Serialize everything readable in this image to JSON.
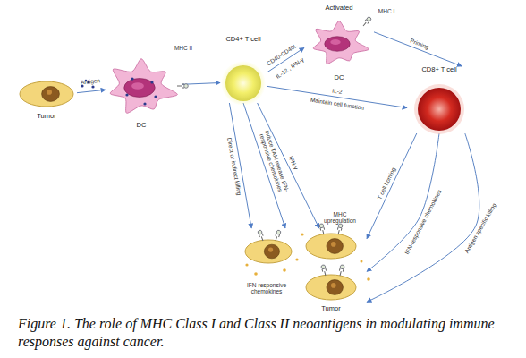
{
  "diagram": {
    "caption": "Figure 1. The role of MHC Class I and Class II neoantigens in modulating immune responses against cancer.",
    "nodes": [
      {
        "text": [
          "Tumor"
        ]
      },
      {
        "text": [
          "DC"
        ]
      },
      {
        "text": [
          "CD4+ T cell"
        ]
      },
      {
        "text": [
          "Activated",
          "DC"
        ]
      },
      {
        "text": [
          "CD8+ T cell"
        ]
      },
      {
        "text": [
          "Tumor"
        ]
      }
    ],
    "edges": [
      {
        "from": 0,
        "to": 1,
        "arrow": "to",
        "label": "Antigen"
      },
      {
        "from": 1,
        "to": 2,
        "arrow": "to"
      },
      {
        "from": 2,
        "to": 3,
        "arrow": "to",
        "label": "CD40-CD40L"
      },
      {
        "from": 3,
        "to": 4,
        "arrow": "to",
        "label": "Priming"
      },
      {
        "from": 2,
        "to": 4,
        "arrow": "to",
        "label": "IL-2"
      },
      {
        "from": 2,
        "to": 5,
        "arrow": "to",
        "label": "Direct or indirect killing"
      },
      {
        "from": 2,
        "to": 5,
        "arrow": "to",
        "label": "Induce TAM release IFN-responsive chemokines"
      },
      {
        "from": 2,
        "to": 5,
        "arrow": "to",
        "label": "IFN-γ"
      },
      {
        "from": 4,
        "to": 5,
        "arrow": "to",
        "label": "T cell homing"
      },
      {
        "from": 4,
        "to": 5,
        "arrow": "to",
        "label": "IFN-responsive chemokines"
      },
      {
        "from": 4,
        "to": 5,
        "arrow": "to",
        "label": "Antigen specific killing"
      }
    ],
    "labels": [
      "MHC II",
      "MHC I",
      "IL-12 , IFN-γ",
      "Maintain cell function",
      "MHC upregulation",
      "IFN-responsive chemokines"
    ]
  }
}
